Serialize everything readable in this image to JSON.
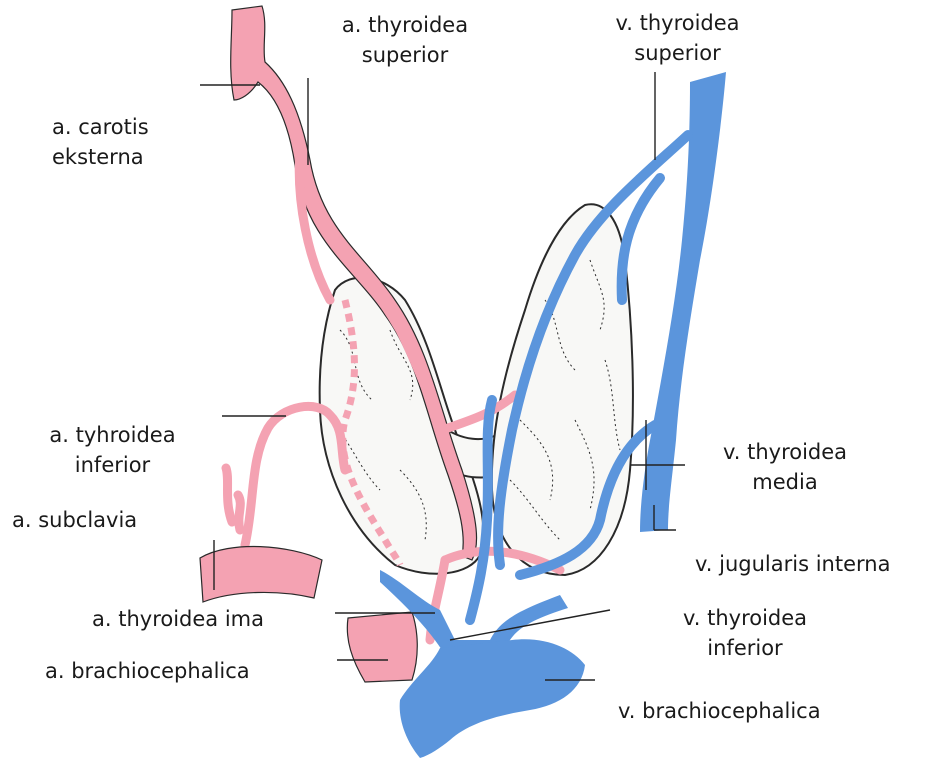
{
  "colors": {
    "artery": "#f4a2b2",
    "vein": "#5b95dc",
    "gland_fill": "#f8f8f6",
    "outline": "#2a2a2a",
    "leader": "#222222",
    "text": "#1a1a1a"
  },
  "labels": {
    "carotis_eksterna_1": "a. carotis",
    "carotis_eksterna_2": "eksterna",
    "thyroidea_superior_a_1": "a. thyroidea",
    "thyroidea_superior_a_2": "superior",
    "thyroidea_superior_v_1": "v. thyroidea",
    "thyroidea_superior_v_2": "superior",
    "tyhroidea_inferior_1": "a. tyhroidea",
    "tyhroidea_inferior_2": "inferior",
    "subclavia": "a. subclavia",
    "thyroidea_media_1": "v. thyroidea",
    "thyroidea_media_2": "media",
    "jugularis_interna": "v. jugularis interna",
    "thyroidea_ima": "a. thyroidea ima",
    "thyroidea_inferior_v_1": "v. thyroidea",
    "thyroidea_inferior_v_2": "inferior",
    "brachiocephalica_a": "a. brachiocephalica",
    "brachiocephalica_v": "v. brachiocephalica"
  }
}
